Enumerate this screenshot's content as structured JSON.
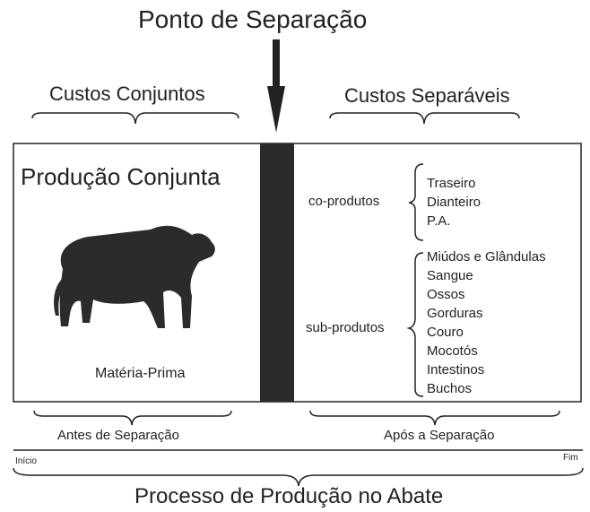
{
  "header": {
    "separation_point": "Ponto de Separação",
    "joint_costs": "Custos Conjuntos",
    "separable_costs": "Custos Separáveis"
  },
  "left_panel": {
    "title": "Produção Conjunta",
    "raw_material": "Matéria-Prima"
  },
  "right_panel": {
    "co_products_label": "co-produtos",
    "co_products": [
      "Traseiro",
      "Dianteiro",
      "P.A."
    ],
    "by_products_label": "sub-produtos",
    "by_products": [
      "Miúdos e Glândulas",
      "Sangue",
      "Ossos",
      "Gorduras",
      "Couro",
      "Mocotós",
      "Intestinos",
      "Buchos"
    ]
  },
  "timeline": {
    "before": "Antes de Separação",
    "after": "Após a Separação",
    "start": "Início",
    "end": "Fim",
    "title": "Processo de Produção no Abate"
  },
  "colors": {
    "ink": "#222222",
    "bar": "#2b2b2b"
  }
}
